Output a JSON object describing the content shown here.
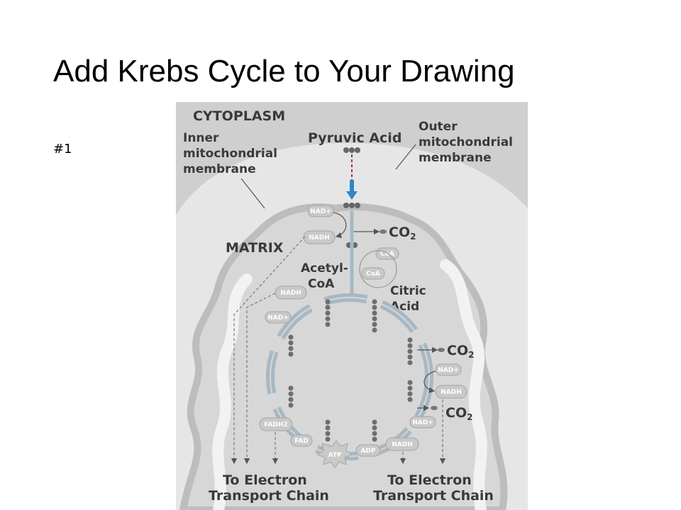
{
  "slide": {
    "title": "Add Krebs Cycle to Your Drawing",
    "note": "#1"
  },
  "diagram": {
    "labels": {
      "cytoplasm": "CYTOPLASM",
      "pyruvic_acid": "Pyruvic Acid",
      "outer_membrane": [
        "Outer",
        "mitochondrial",
        "membrane"
      ],
      "inner_membrane": [
        "Inner",
        "mitochondrial",
        "membrane"
      ],
      "matrix": "MATRIX",
      "acetyl_coa": [
        "Acetyl-",
        "CoA"
      ],
      "citric_acid": [
        "Citric",
        "Acid"
      ],
      "co2": "CO",
      "co2_sub": "2",
      "etc_left": [
        "To Electron",
        "Transport Chain"
      ],
      "etc_right": [
        "To Electron",
        "Transport Chain"
      ]
    },
    "molecules": {
      "nad": "NAD+",
      "nadh": "NADH",
      "coa": "CoA",
      "fadh2": "FADH2",
      "fad": "FAD",
      "atp": "ATP",
      "adp": "ADP"
    },
    "colors": {
      "arrow_blue": "#2f86c9",
      "cycle_arrow": "#a7b8c4",
      "outer_fill": "#cfcfcf",
      "inner_fill": "#e3e3e3",
      "matrix_fill": "#d2d2d2"
    }
  }
}
